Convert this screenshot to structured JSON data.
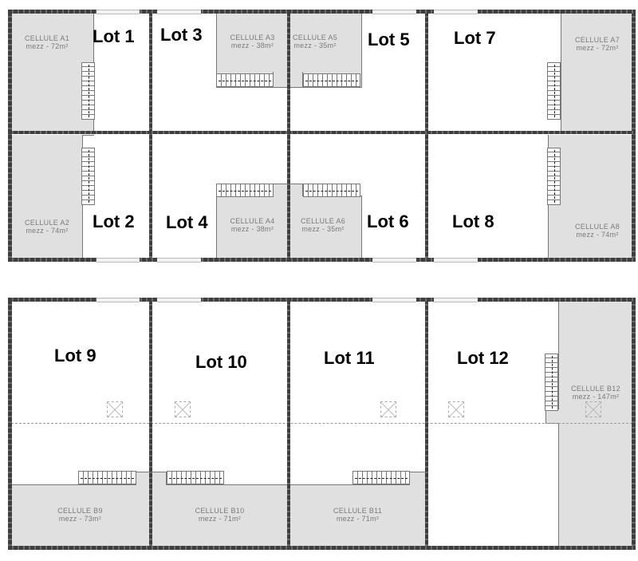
{
  "plan": {
    "top_building": {
      "lots": [
        {
          "id": "lot-1",
          "label": "Lot 1"
        },
        {
          "id": "lot-2",
          "label": "Lot 2"
        },
        {
          "id": "lot-3",
          "label": "Lot 3"
        },
        {
          "id": "lot-4",
          "label": "Lot 4"
        },
        {
          "id": "lot-5",
          "label": "Lot 5"
        },
        {
          "id": "lot-6",
          "label": "Lot 6"
        },
        {
          "id": "lot-7",
          "label": "Lot 7"
        },
        {
          "id": "lot-8",
          "label": "Lot 8"
        }
      ],
      "cells": [
        {
          "name": "CELLULE A1",
          "mezz": "mezz - 72m²"
        },
        {
          "name": "CELLULE A2",
          "mezz": "mezz - 74m²"
        },
        {
          "name": "CELLULE A3",
          "mezz": "mezz - 38m²"
        },
        {
          "name": "CELLULE A4",
          "mezz": "mezz - 38m²"
        },
        {
          "name": "CELLULE A5",
          "mezz": "mezz - 35m²"
        },
        {
          "name": "CELLULE A6",
          "mezz": "mezz - 35m²"
        },
        {
          "name": "CELLULE A7",
          "mezz": "mezz - 72m²"
        },
        {
          "name": "CELLULE A8",
          "mezz": "mezz - 74m²"
        }
      ]
    },
    "bottom_building": {
      "lots": [
        {
          "id": "lot-9",
          "label": "Lot 9"
        },
        {
          "id": "lot-10",
          "label": "Lot 10"
        },
        {
          "id": "lot-11",
          "label": "Lot 11"
        },
        {
          "id": "lot-12",
          "label": "Lot 12"
        }
      ],
      "cells": [
        {
          "name": "CELLULE B9",
          "mezz": "mezz - 73m²"
        },
        {
          "name": "CELLULE B10",
          "mezz": "mezz - 71m²"
        },
        {
          "name": "CELLULE B11",
          "mezz": "mezz - 71m²"
        },
        {
          "name": "CELLULE B12",
          "mezz": "mezz - 147m²"
        }
      ]
    },
    "colors": {
      "wall": "#4a4a4a",
      "mezzanine_fill": "#e0e0e0",
      "cell_label": "#7a7a7a",
      "lot_label": "#000000",
      "column_marker": "#2e7d32"
    }
  }
}
